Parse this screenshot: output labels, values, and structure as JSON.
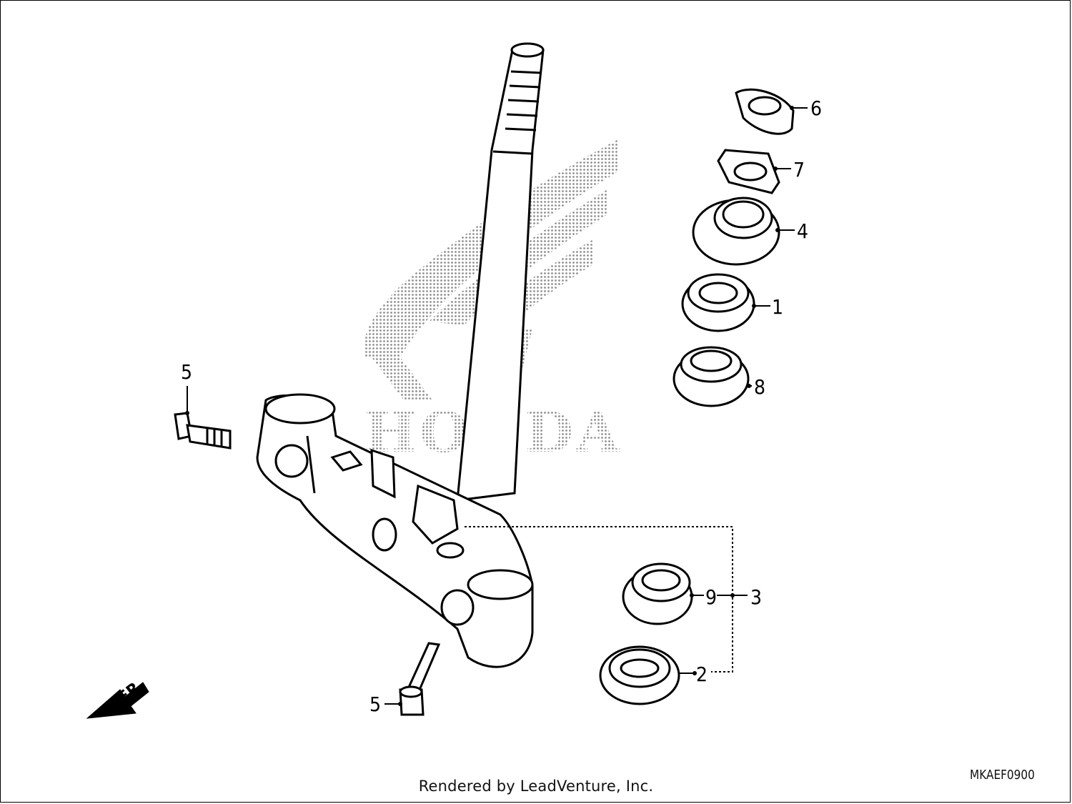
{
  "diagram": {
    "watermark_brand": "HONDA",
    "front_label": "FR.",
    "figure_code": "MKAEF0900",
    "footer": "Rendered by LeadVenture, Inc.",
    "callouts": {
      "c6": "6",
      "c7": "7",
      "c4": "4",
      "c1": "1",
      "c8": "8",
      "c5_top": "5",
      "c5_bottom": "5",
      "c9": "9",
      "c3": "3",
      "c2": "2"
    },
    "colors": {
      "line": "#000000",
      "watermark": "#9a9a9a",
      "background": "#ffffff"
    }
  }
}
